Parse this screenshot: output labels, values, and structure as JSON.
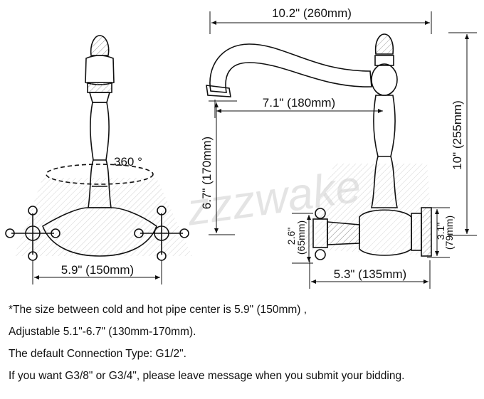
{
  "dimensions": {
    "overall_reach": "10.2\" (260mm)",
    "spout_reach": "7.1\" (180mm)",
    "spout_height_in": "6.7\" (170mm)",
    "total_height": "10\" (255mm)",
    "rotation": "360 °",
    "center_spacing": "5.9\" (150mm)",
    "depth": "5.3\" (135mm)",
    "handle_height_in": "2.6\"",
    "handle_height_mm": "(65mm)",
    "flange_height_in": "3.1\"",
    "flange_height_mm": "(79mm)"
  },
  "watermark": "zzzwake",
  "notes": [
    "*The size between cold and hot pipe center is 5.9\" (150mm) ,",
    "Adjustable 5.1\"-6.7\" (130mm-170mm).",
    "The default Connection Type: G1/2\".",
    "If you want G3/8\" or G3/4\", please leave message when you submit your bidding."
  ],
  "colors": {
    "line": "#111111",
    "shade": "#9a9a9a",
    "background": "#ffffff"
  }
}
